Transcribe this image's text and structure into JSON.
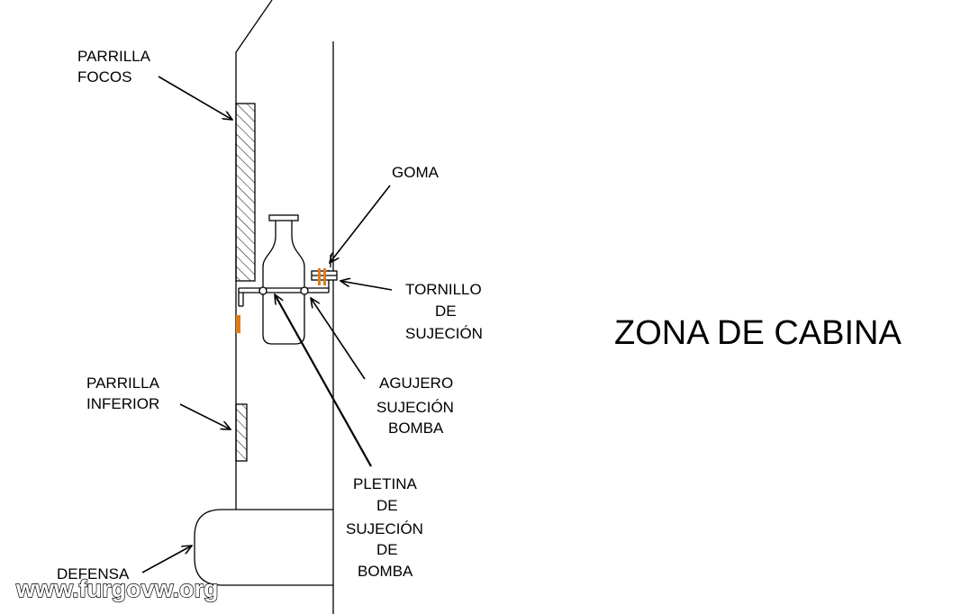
{
  "labels": {
    "parrilla_focos_1": "PARRILLA",
    "parrilla_focos_2": "FOCOS",
    "goma": "GOMA",
    "tornillo_1": "TORNILLO",
    "tornillo_2": "DE",
    "tornillo_3": "SUJECIÓN",
    "agujero_1": "AGUJERO",
    "agujero_2": "SUJECIÓN",
    "agujero_3": "BOMBA",
    "parrilla_inferior_1": "PARRILLA",
    "parrilla_inferior_2": "INFERIOR",
    "pletina_1": "PLETINA",
    "pletina_2": "DE",
    "pletina_3": "SUJECIÓN",
    "pletina_4": "DE",
    "pletina_5": "BOMBA",
    "defensa": "DEFENSA",
    "zona_cabina": "ZONA DE CABINA"
  },
  "watermark": "www.furgovw.org",
  "colors": {
    "line": "#000000",
    "rubber": "#E07B1A",
    "background": "#FFFFFF"
  }
}
